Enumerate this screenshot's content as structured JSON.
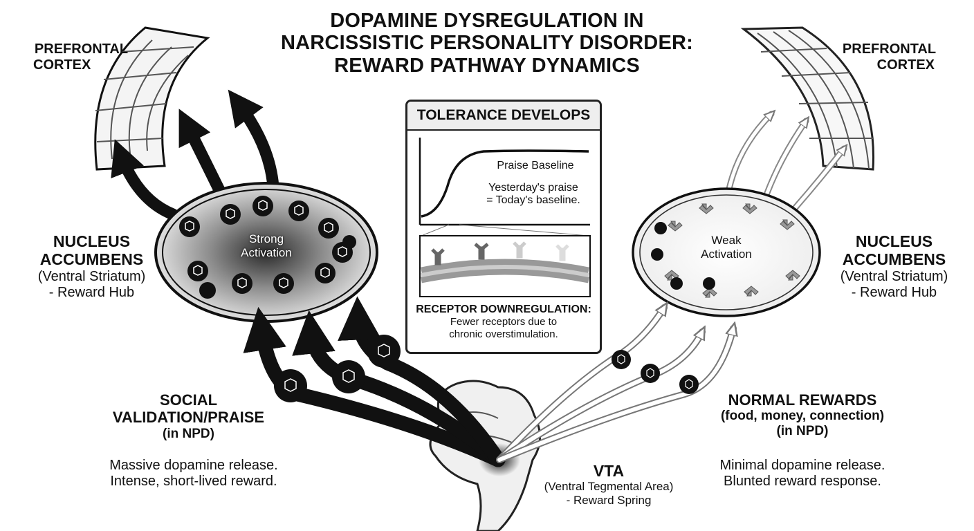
{
  "title": {
    "line1": "DOPAMINE DYSREGULATION IN",
    "line2": "NARCISSISTIC PERSONALITY DISORDER:",
    "line3": "REWARD PATHWAY DYNAMICS"
  },
  "left": {
    "cortex": {
      "line1": "PREFRONTAL",
      "line2": "CORTEX"
    },
    "nucleus": {
      "line1": "NUCLEUS",
      "line2": "ACCUMBENS",
      "line3": "(Ventral Striatum)",
      "line4": "- Reward Hub"
    },
    "activation": {
      "line1": "Strong",
      "line2": "Activation"
    },
    "source": {
      "line1": "SOCIAL",
      "line2": "VALIDATION/PRAISE",
      "line3": "(in NPD)"
    },
    "desc": {
      "line1": "Massive dopamine release.",
      "line2": "Intense, short-lived reward."
    }
  },
  "right": {
    "cortex": {
      "line1": "PREFRONTAL",
      "line2": "CORTEX"
    },
    "nucleus": {
      "line1": "NUCLEUS",
      "line2": "ACCUMBENS",
      "line3": "(Ventral Striatum)",
      "line4": "- Reward Hub"
    },
    "activation": {
      "line1": "Weak",
      "line2": "Activation"
    },
    "source": {
      "line1": "NORMAL REWARDS",
      "line2": "(food, money, connection)",
      "line3": "(in NPD)"
    },
    "desc": {
      "line1": "Minimal dopamine release.",
      "line2": "Blunted reward response."
    }
  },
  "vta": {
    "line1": "VTA",
    "line2": "(Ventral Tegmental Area)",
    "line3": "- Reward Spring"
  },
  "panel": {
    "heading": "TOLERANCE DEVELOPS",
    "curve_label": "Praise Baseline",
    "curve_note1": "Yesterday's praise",
    "curve_note2": "= Today's baseline.",
    "receptor_title": "RECEPTOR DOWNREGULATION:",
    "receptor_line1": "Fewer receptors due to",
    "receptor_line2": "chronic overstimulation."
  },
  "colors": {
    "ink": "#111111",
    "gray": "#9a9a9a",
    "light": "#d8d8d8"
  }
}
